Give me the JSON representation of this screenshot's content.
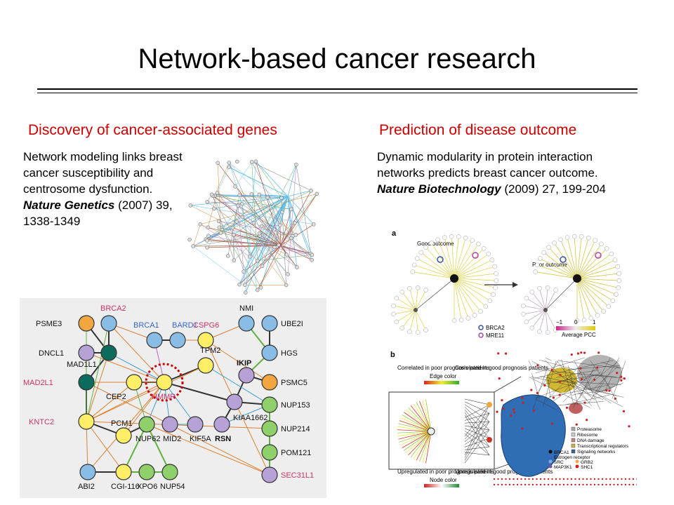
{
  "slide": {
    "title": "Network-based cancer research"
  },
  "left": {
    "heading": "Discovery of cancer-associated genes",
    "citation_lines": [
      "Network modeling links breast",
      "cancer susceptibility and",
      "centrosome dysfunction."
    ],
    "journal": "Nature Genetics",
    "journal_ref": " (2007) 39,",
    "pages": "1338-1349",
    "network_nodes": [
      {
        "label": "PSME3",
        "color": "#f2a640"
      },
      {
        "label": "BRCA2",
        "color": "#89bde6"
      },
      {
        "label": "DNCL1",
        "color": "#b7a2d8"
      },
      {
        "label": "MAD1L1",
        "color": "#0c6b5c"
      },
      {
        "label": "MAD2L1",
        "color": "#0c6b5c"
      },
      {
        "label": "KNTC2",
        "color": "#ffee66"
      },
      {
        "label": "BRCA1",
        "color": "#89bde6"
      },
      {
        "label": "BARD1",
        "color": "#89bde6"
      },
      {
        "label": "CSPG6",
        "color": "#ffee66"
      },
      {
        "label": "TPM2",
        "color": "#ffee66"
      },
      {
        "label": "NMI",
        "color": "#89bde6"
      },
      {
        "label": "UBE2I",
        "color": "#89bde6"
      },
      {
        "label": "HGS",
        "color": "#89bde6"
      },
      {
        "label": "CEP2",
        "color": "#ffee66"
      },
      {
        "label": "HMMR",
        "color": "#ffee66"
      },
      {
        "label": "IKIP",
        "color": "#b7a2d8"
      },
      {
        "label": "PSMC5",
        "color": "#f2a640"
      },
      {
        "label": "KIAA1662",
        "color": "#b7a2d8"
      },
      {
        "label": "NUP153",
        "color": "#8fd06a"
      },
      {
        "label": "PCM1",
        "color": "#ffee66"
      },
      {
        "label": "NUP62",
        "color": "#8fd06a"
      },
      {
        "label": "MID2",
        "color": "#b7a2d8"
      },
      {
        "label": "KIF5A",
        "color": "#b7a2d8"
      },
      {
        "label": "RSN",
        "color": "#b7a2d8"
      },
      {
        "label": "NUP214",
        "color": "#8fd06a"
      },
      {
        "label": "POM121",
        "color": "#8fd06a"
      },
      {
        "label": "ABI2",
        "color": "#89bde6"
      },
      {
        "label": "CGI-116",
        "color": "#ffee66"
      },
      {
        "label": "XPO6",
        "color": "#8fd06a"
      },
      {
        "label": "NUP54",
        "color": "#8fd06a"
      },
      {
        "label": "SEC31L1",
        "color": "#b7a2d8"
      }
    ]
  },
  "right": {
    "heading": "Prediction of disease outcome",
    "citation_lines": [
      "Dynamic modularity in protein interaction",
      "networks predicts breast cancer outcome."
    ],
    "journal": "Nature Biotechnology",
    "journal_ref": " (2009) 27, 199-204",
    "panel_a": {
      "label": "a",
      "good_outcome": "Good outcome",
      "poor_outcome": "Poor outcome",
      "legend_brca2": "BRCA2",
      "legend_mre11": "MRE11",
      "scale_min": "−1",
      "scale_mid": "0",
      "scale_max": "1",
      "scale_label": "Average PCC"
    },
    "panel_b": {
      "label": "b",
      "edge_left": "Correlated in poor prognosis patients",
      "edge_title": "Edge color",
      "edge_right": "Correlated in good prognosis patients",
      "node_left": "Upregulated in poor prognosis patients",
      "node_title": "Node color",
      "node_right": "Upregulated in good prognosis patients",
      "legend_items": [
        "BRCA1",
        "Estrogen receptor",
        "SRC",
        "GRB2",
        "MAP3K1",
        "SHC1"
      ],
      "category_items": [
        "Proteasome",
        "Ribosome",
        "DNA damage",
        "Transcriptional regulators",
        "Signaling networks"
      ]
    }
  }
}
